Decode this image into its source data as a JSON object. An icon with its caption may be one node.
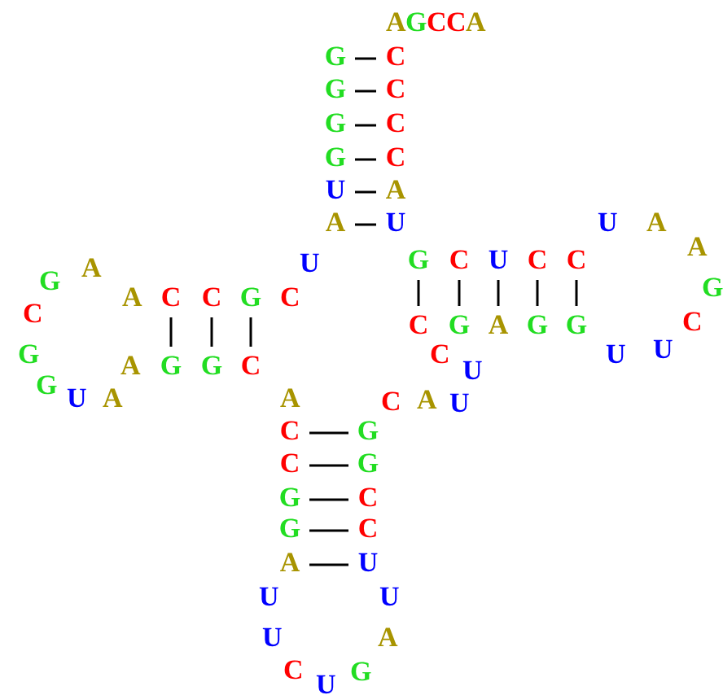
{
  "diagram": {
    "nodes": [
      {
        "text": [
          "G"
        ]
      },
      {
        "text": [
          "C"
        ]
      },
      {
        "text": [
          "G"
        ]
      },
      {
        "text": [
          "C"
        ]
      },
      {
        "text": [
          "G"
        ]
      },
      {
        "text": [
          "C"
        ]
      },
      {
        "text": [
          "G"
        ]
      },
      {
        "text": [
          "C"
        ]
      },
      {
        "text": [
          "U"
        ]
      },
      {
        "text": [
          "A"
        ]
      },
      {
        "text": [
          "A"
        ]
      },
      {
        "text": [
          "U"
        ]
      },
      {
        "text": [
          "G"
        ]
      },
      {
        "text": [
          "C"
        ]
      },
      {
        "text": [
          "U"
        ]
      },
      {
        "text": [
          "C"
        ]
      },
      {
        "text": [
          "C"
        ]
      },
      {
        "text": [
          "C"
        ]
      },
      {
        "text": [
          "C"
        ]
      },
      {
        "text": [
          "G"
        ]
      },
      {
        "text": [
          "C"
        ]
      },
      {
        "text": [
          "G"
        ]
      },
      {
        "text": [
          "A"
        ]
      },
      {
        "text": [
          "G"
        ]
      },
      {
        "text": [
          "G"
        ]
      },
      {
        "text": [
          "G"
        ]
      },
      {
        "text": [
          "G"
        ]
      },
      {
        "text": [
          "C"
        ]
      },
      {
        "text": [
          "C"
        ]
      },
      {
        "text": [
          "G"
        ]
      },
      {
        "text": [
          "C"
        ]
      },
      {
        "text": [
          "G"
        ]
      },
      {
        "text": [
          "G"
        ]
      },
      {
        "text": [
          "C"
        ]
      },
      {
        "text": [
          "G"
        ]
      },
      {
        "text": [
          "C"
        ]
      },
      {
        "text": [
          "A"
        ]
      },
      {
        "text": [
          "U"
        ]
      }
    ],
    "edges": [
      {
        "from": 0,
        "to": 1,
        "arrow": "none"
      },
      {
        "from": 2,
        "to": 3,
        "arrow": "none"
      },
      {
        "from": 4,
        "to": 5,
        "arrow": "none"
      },
      {
        "from": 6,
        "to": 7,
        "arrow": "none"
      },
      {
        "from": 8,
        "to": 9,
        "arrow": "none"
      },
      {
        "from": 10,
        "to": 11,
        "arrow": "none"
      },
      {
        "from": 12,
        "to": 20,
        "arrow": "none"
      },
      {
        "from": 13,
        "to": 21,
        "arrow": "none"
      },
      {
        "from": 14,
        "to": 22,
        "arrow": "none"
      },
      {
        "from": 15,
        "to": 23,
        "arrow": "none"
      },
      {
        "from": 16,
        "to": 24,
        "arrow": "none"
      },
      {
        "from": 17,
        "to": 25,
        "arrow": "none"
      },
      {
        "from": 18,
        "to": 26,
        "arrow": "none"
      },
      {
        "from": 19,
        "to": 27,
        "arrow": "none"
      },
      {
        "from": 28,
        "to": 29,
        "arrow": "none"
      },
      {
        "from": 30,
        "to": 31,
        "arrow": "none"
      },
      {
        "from": 32,
        "to": 33,
        "arrow": "none"
      },
      {
        "from": 34,
        "to": 35,
        "arrow": "none"
      },
      {
        "from": 36,
        "to": 37,
        "arrow": "none"
      }
    ],
    "labels": [
      "A",
      "G",
      "C",
      "C",
      "A",
      "U",
      "A",
      "A",
      "A",
      "U",
      "G",
      "G",
      "A",
      "C",
      "C",
      "C",
      "G",
      "C",
      "U",
      "U",
      "A",
      "U",
      "G",
      "U",
      "A",
      "A",
      "C",
      "A",
      "U",
      "U",
      "U",
      "U",
      "A",
      "C",
      "G",
      "U"
    ]
  }
}
